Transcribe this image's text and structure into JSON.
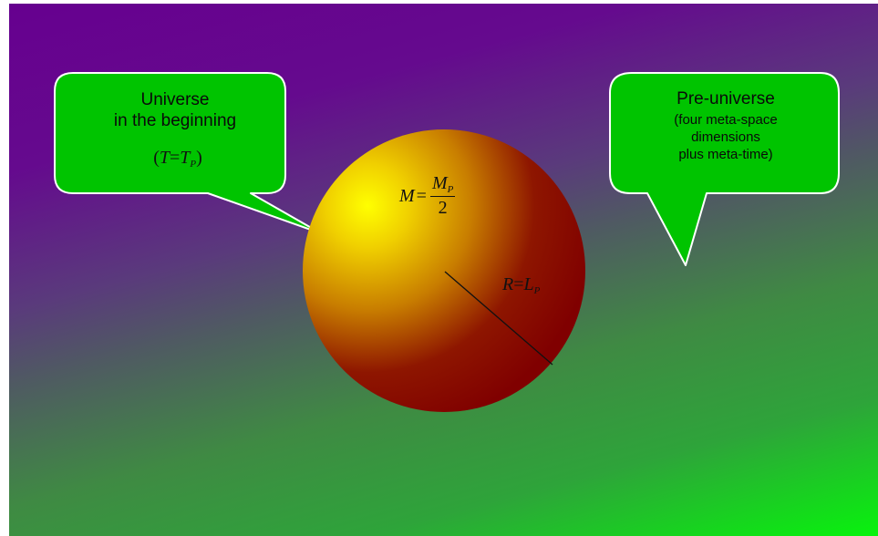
{
  "left_callout": {
    "line1": "Universe",
    "line2": "in the beginning",
    "time_equation": {
      "open": "(",
      "lhs": "T",
      "eq": "=",
      "rhs": "T",
      "sub": "P",
      "close": ")"
    }
  },
  "right_callout": {
    "title": "Pre-universe",
    "line1": "(four meta-space",
    "line2": "dimensions",
    "line3": "plus meta-time)"
  },
  "sphere": {
    "mass_equation": {
      "lhs": "M",
      "eq": "=",
      "num": "M",
      "num_sub": "P",
      "den": "2"
    },
    "radius_equation": {
      "lhs": "R",
      "eq": "=",
      "rhs": "L",
      "sub": "P"
    }
  },
  "colors": {
    "bubble_fill": "#00c400",
    "sphere_highlight": "#ffff00",
    "sphere_shadow": "#800000",
    "background_top": "#66008f",
    "background_bottom": "#08f30d"
  }
}
